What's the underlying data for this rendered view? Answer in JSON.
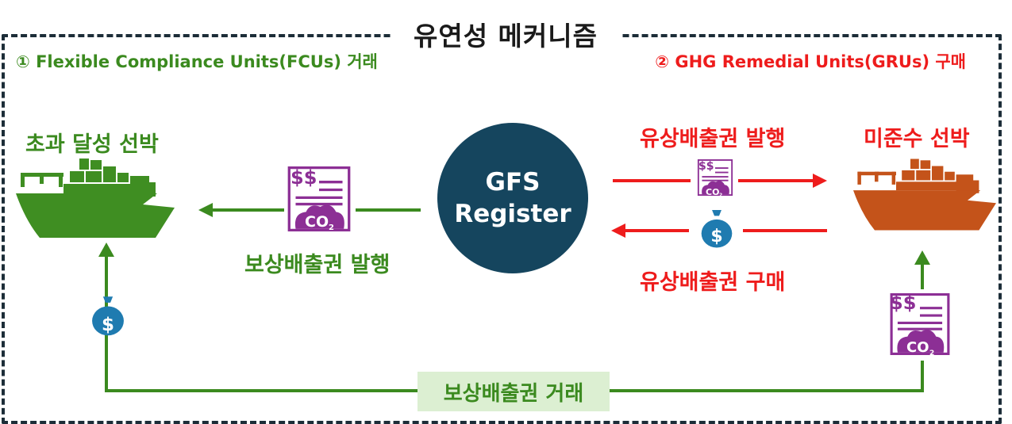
{
  "title": "유연성 메커니즘",
  "fcu": {
    "label": "① Flexible Compliance Units(FCUs) 거래",
    "ship_label": "초과 달성 선박",
    "issue_label": "보상배출권 발행"
  },
  "gru": {
    "label": "② GHG Remedial Units(GRUs) 구매",
    "ship_label": "미준수 선박",
    "issue_label": "유상배출권 발행",
    "buy_label": "유상배출권 구매"
  },
  "registry": {
    "line1": "GFS",
    "line2": "Register"
  },
  "trade_label": "보상배출권 거래",
  "certificate": {
    "dollar_text": "$$",
    "co2_text": "CO",
    "co2_sub": "2"
  },
  "money_symbol": "$",
  "colors": {
    "green": "#3b8a1f",
    "red": "#ee1c1c",
    "navy": "#15455e",
    "purple": "#8c2f95",
    "blue": "#1f7bb0",
    "ship_green": "#3f8e22",
    "ship_orange": "#c4531a",
    "trade_bg": "#dcefd2"
  },
  "icons": [
    "cargo-ship-icon",
    "certificate-icon",
    "money-bag-icon"
  ]
}
